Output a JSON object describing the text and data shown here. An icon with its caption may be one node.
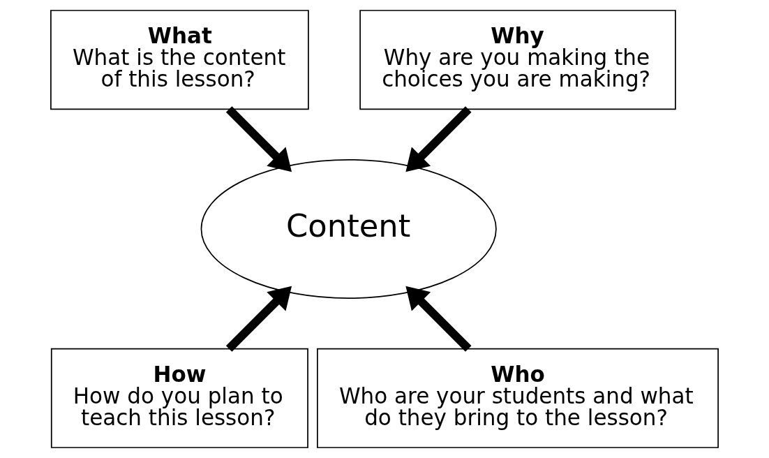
{
  "diagram": {
    "nodes": [
      {
        "text": [
          "What",
          "What is the content of this lesson?"
        ]
      },
      {
        "text": [
          "Why",
          "Why are you making the choices you are making?"
        ]
      },
      {
        "text": [
          "Content"
        ]
      },
      {
        "text": [
          "How",
          "How do you plan to teach this lesson?"
        ]
      },
      {
        "text": [
          "Who",
          "Who are your students and what do they bring to the lesson?"
        ]
      }
    ],
    "edges": [
      {
        "from": 0,
        "to": 2,
        "arrow": "to"
      },
      {
        "from": 1,
        "to": 2,
        "arrow": "to"
      },
      {
        "from": 3,
        "to": 2,
        "arrow": "to"
      },
      {
        "from": 4,
        "to": 2,
        "arrow": "to"
      }
    ]
  }
}
